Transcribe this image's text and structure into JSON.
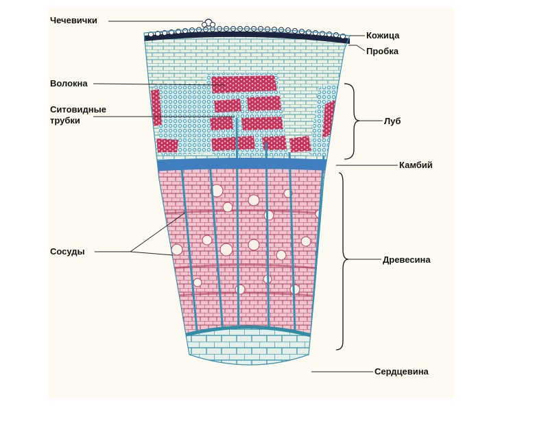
{
  "labels": {
    "lenticels": "Чечевички",
    "skin": "Кожица",
    "cork": "Пробка",
    "fibers": "Волокна",
    "sieve_tubes_line1": "Ситовидные",
    "sieve_tubes_line2": "трубки",
    "bast": "Луб",
    "cambium": "Камбий",
    "vessels": "Сосуды",
    "wood": "Древесина",
    "pith": "Сердцевина"
  },
  "colors": {
    "figure_background": "#fdfbf1",
    "cork": "#1c2540",
    "bast_cells": "#e9f0e4",
    "cell_walls": "#4a9aa8",
    "phloem_red": "#c8325a",
    "phloem_cyan": "#3b9ab8",
    "cambium": "#3f7fc0",
    "wood_pink": "#efc6cf",
    "wood_walls": "#b0405f",
    "pith": "#e3efe8",
    "pith_walls": "#2f8da6",
    "leader_line": "#222222"
  }
}
